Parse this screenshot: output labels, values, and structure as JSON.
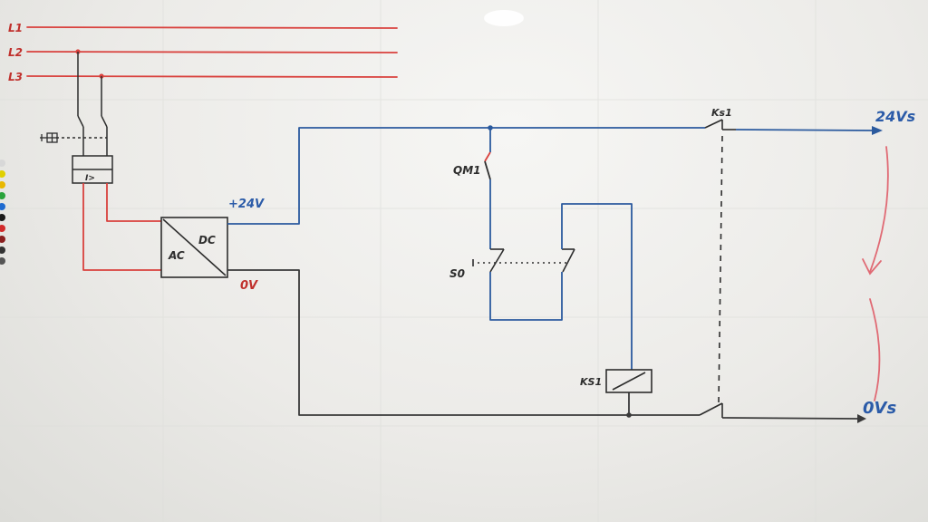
{
  "colors": {
    "phase": "#d9413d",
    "dc_positive": "#2b5a9e",
    "dc_negative": "#3a3a3a",
    "label_blue": "#2b5ba8",
    "label_red": "#c0302c",
    "arrow_pink": "#e06a74"
  },
  "labels": {
    "phases": [
      "L1",
      "L2",
      "L3"
    ],
    "breaker_symbol": "I>",
    "converter_ac": "AC",
    "converter_dc": "DC",
    "supply_pos": "+24V",
    "supply_neg": "0V",
    "switch_qm": "QM1",
    "switch_s0": "S0",
    "coil": "KS1",
    "contact": "Ks1",
    "out_pos": "24Vs",
    "out_neg": "0Vs"
  }
}
